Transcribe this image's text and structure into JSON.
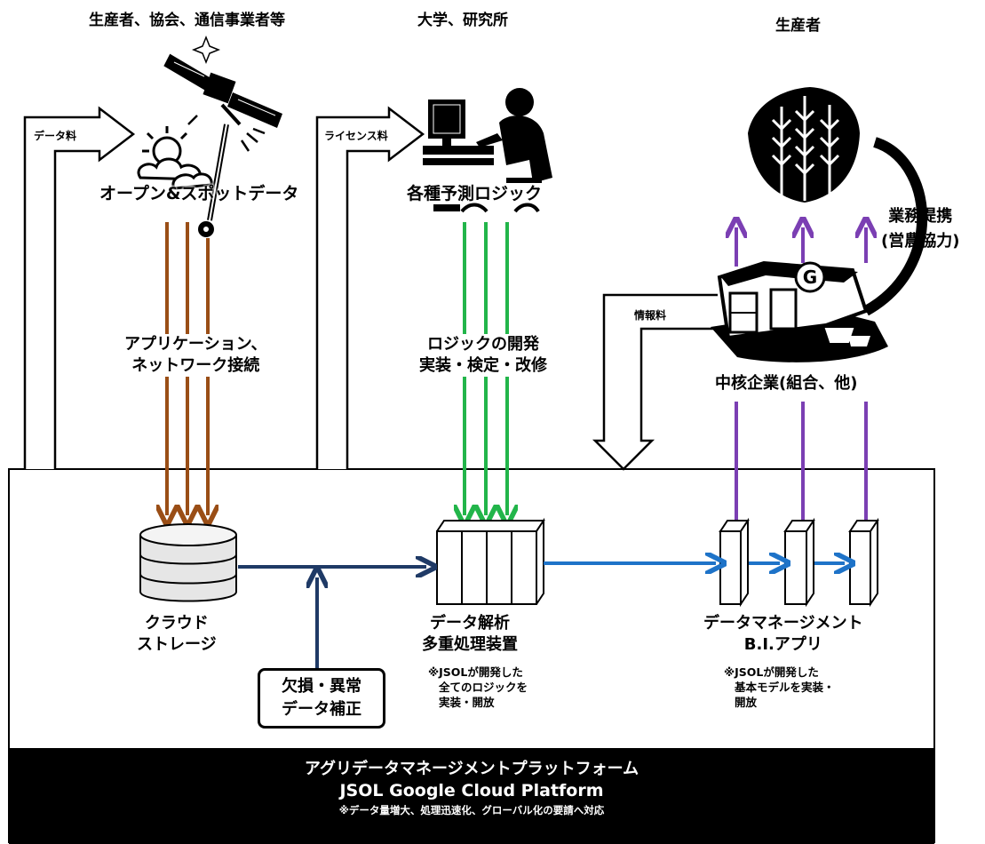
{
  "headers": {
    "producers_associations": "生産者、協会、通信事業者等",
    "universities": "大学、研究所",
    "producers": "生産者"
  },
  "fees": {
    "data_fee": "データ料",
    "license_fee": "ライセンス料",
    "info_fee": "情報料"
  },
  "nodes": {
    "open_spot_data": "オープン&スポットデータ",
    "prediction_logic": "各種予測ロジック",
    "core_company": "中核企業(組合、他)",
    "business_partnership_1": "業務提携",
    "business_partnership_2": "(営農協力)"
  },
  "flows": {
    "app_network_1": "アプリケーション、",
    "app_network_2": "ネットワーク接続",
    "logic_dev_1": "ロジックの開発",
    "logic_dev_2": "実装・検定・改修"
  },
  "platform_components": {
    "cloud_storage_1": "クラウド",
    "cloud_storage_2": "ストレージ",
    "data_analysis_1": "データ解析",
    "data_analysis_2": "多重処理装置",
    "data_analysis_note_1": "※JSOLが開発した",
    "data_analysis_note_2": "全てのロジックを",
    "data_analysis_note_3": "実装・開放",
    "data_mgmt_1": "データマネージメント",
    "data_mgmt_2": "B.I.アプリ",
    "data_mgmt_note_1": "※JSOLが開発した",
    "data_mgmt_note_2": "基本モデルを実装・",
    "data_mgmt_note_3": "開放",
    "correction_1": "欠損・異常",
    "correction_2": "データ補正"
  },
  "platform": {
    "title": "アグリデータマネージメントプラットフォーム",
    "subtitle": "JSOL Google Cloud Platform",
    "note": "※データ量増大、処理迅速化、グローバル化の要請へ対応"
  },
  "colors": {
    "brown": "#9a4e16",
    "green": "#22b54a",
    "purple": "#7b3fb3",
    "navy": "#1f3a66",
    "blue": "#1e73c8"
  }
}
